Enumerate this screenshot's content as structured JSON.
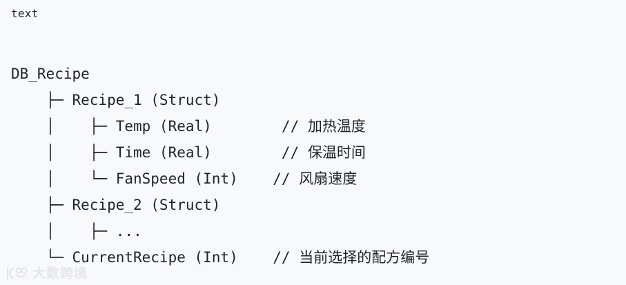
{
  "block": {
    "language_label": "text",
    "lines": [
      "DB_Recipe",
      "    ├─ Recipe_1 (Struct)",
      "    │    ├─ Temp (Real)        // 加热温度",
      "    │    ├─ Time (Real)        // 保温时间",
      "    │    └─ FanSpeed (Int)    // 风扇速度",
      "    ├─ Recipe_2 (Struct)",
      "    │    ├─ ...",
      "    └─ CurrentRecipe (Int)    // 当前选择的配方编号"
    ]
  },
  "watermark": {
    "text": "大数跨境",
    "logo_name": "kuajing-logo",
    "color": "#b9bcc2"
  },
  "colors": {
    "background": "#f8f9fb",
    "text": "#1f2328"
  }
}
